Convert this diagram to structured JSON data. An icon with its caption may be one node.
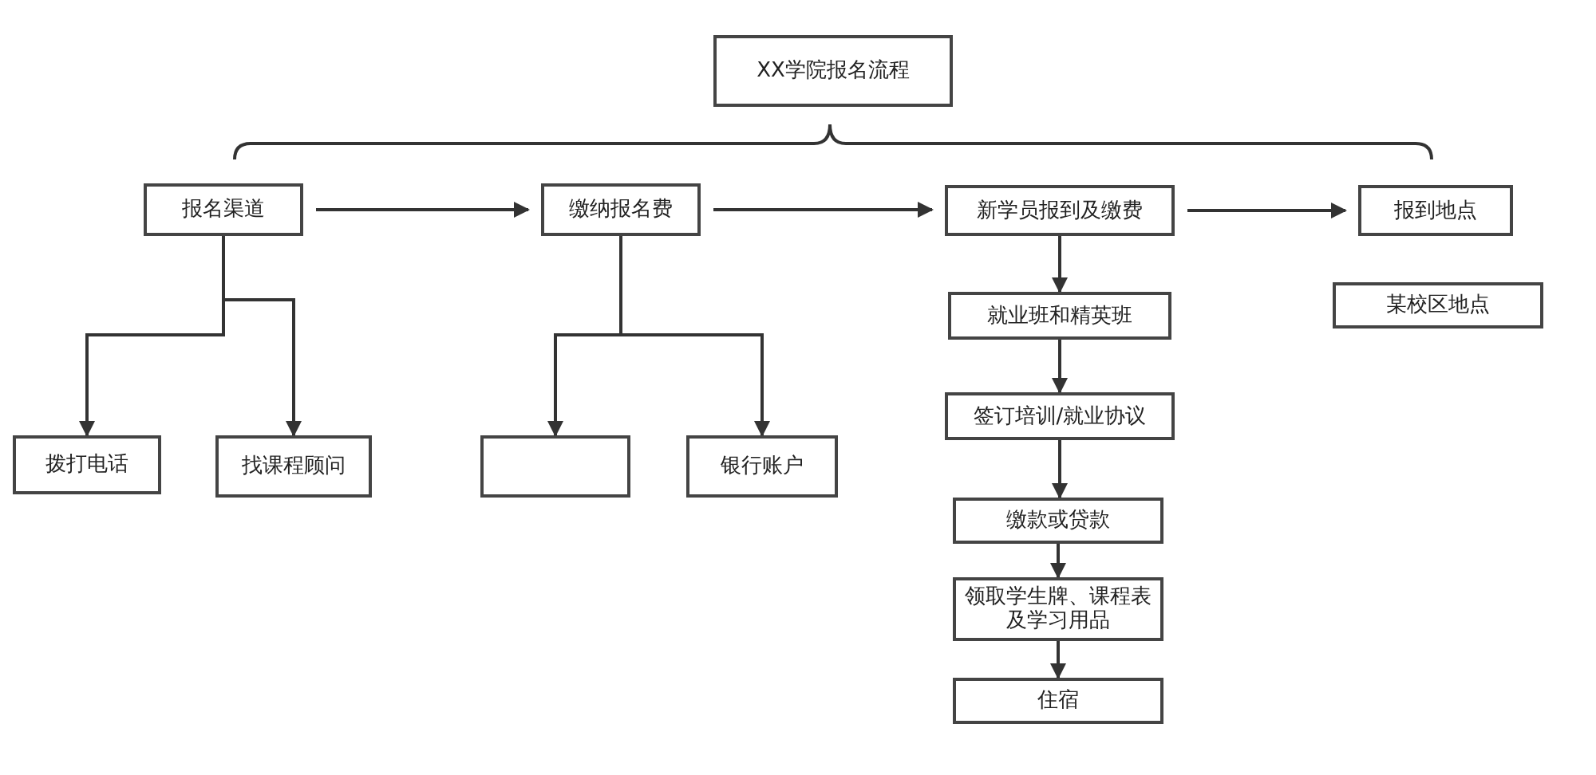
{
  "diagram": {
    "nodes": [
      {
        "text": [
          "XX学院报名流程"
        ]
      },
      {
        "text": [
          "报名渠道"
        ]
      },
      {
        "text": [
          "缴纳报名费"
        ]
      },
      {
        "text": [
          "新学员报到及缴费"
        ]
      },
      {
        "text": [
          "报到地点"
        ]
      },
      {
        "text": [
          "拨打电话"
        ]
      },
      {
        "text": [
          "找课程顾问"
        ]
      },
      {
        "text": [],
        "shape": "box"
      },
      {
        "text": [
          "银行账户"
        ]
      },
      {
        "text": [
          "就业班和精英班"
        ]
      },
      {
        "text": [
          "某校区地点"
        ]
      },
      {
        "text": [
          "签订培训/就业协议"
        ]
      },
      {
        "text": [
          "缴款或贷款"
        ]
      },
      {
        "text": [
          "领取学生牌、课程表及学习用品"
        ]
      },
      {
        "text": [
          "住宿"
        ]
      }
    ],
    "edges": [
      {
        "from": 1,
        "to": 2,
        "arrow": "to"
      },
      {
        "from": 2,
        "to": 3,
        "arrow": "to"
      },
      {
        "from": 3,
        "to": 4,
        "arrow": "to"
      },
      {
        "from": 1,
        "to": 5,
        "arrow": "to"
      },
      {
        "from": 1,
        "to": 6,
        "arrow": "to"
      },
      {
        "from": 2,
        "to": 7,
        "arrow": "to"
      },
      {
        "from": 2,
        "to": 8,
        "arrow": "to"
      },
      {
        "from": 3,
        "to": 9,
        "arrow": "to"
      },
      {
        "from": 9,
        "to": 11,
        "arrow": "to"
      },
      {
        "from": 11,
        "to": 12,
        "arrow": "to"
      },
      {
        "from": 12,
        "to": 13,
        "arrow": "to"
      },
      {
        "from": 13,
        "to": 14,
        "arrow": "to"
      }
    ]
  }
}
